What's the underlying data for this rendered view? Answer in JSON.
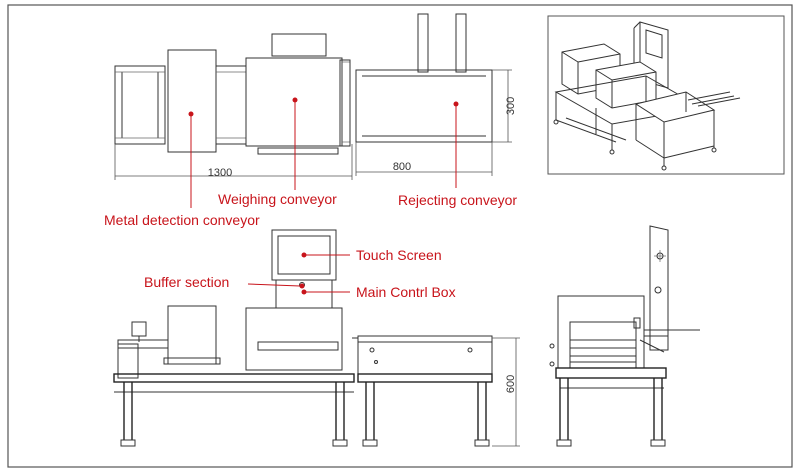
{
  "callouts": {
    "weighing_conveyor": "Weighing conveyor",
    "rejecting_conveyor": "Rejecting conveyor",
    "metal_detection_conveyor": "Metal detection conveyor",
    "touch_screen": "Touch Screen",
    "buffer_section": "Buffer section",
    "main_control_box": "Main Contrl Box"
  },
  "dimensions": {
    "total_length": "1300",
    "rejecting_length": "800",
    "rejecting_width": "300",
    "height": "600"
  },
  "colors": {
    "callout": "#c8141b",
    "linework": "#333333",
    "frame": "#555555"
  }
}
